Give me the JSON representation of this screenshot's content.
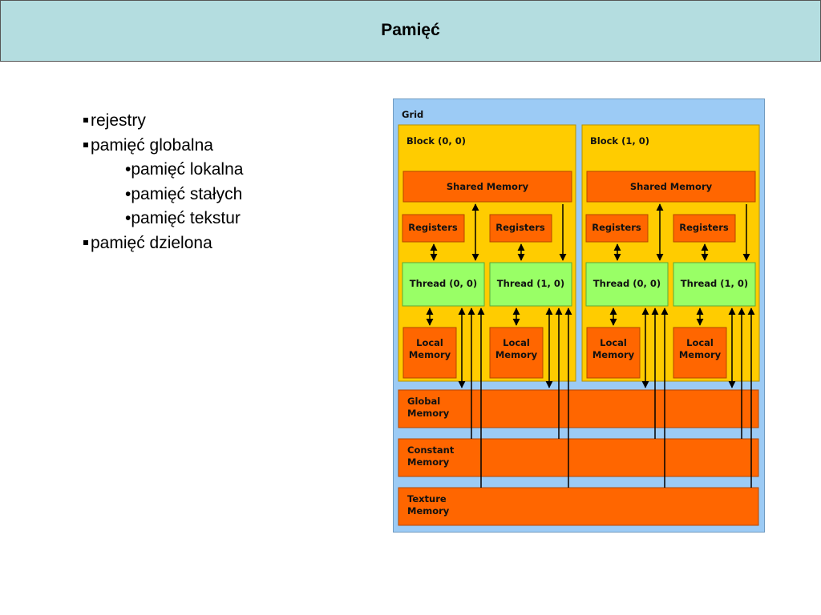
{
  "title": "Pamięć",
  "bullets": [
    {
      "level": 1,
      "marker": "square",
      "text": "rejestry"
    },
    {
      "level": 1,
      "marker": "square",
      "text": "pamięć globalna"
    },
    {
      "level": 2,
      "marker": "•",
      "text": "pamięć lokalna"
    },
    {
      "level": 2,
      "marker": "•",
      "text": "pamięć stałych"
    },
    {
      "level": 2,
      "marker": "•",
      "text": "pamięć tekstur"
    },
    {
      "level": 1,
      "marker": "square",
      "text": "pamięć dzielona"
    }
  ],
  "diagram": {
    "grid_label": "Grid",
    "block0_label": "Block (0, 0)",
    "block1_label": "Block (1, 0)",
    "shared_memory": "Shared Memory",
    "registers": "Registers",
    "thread00": "Thread (0, 0)",
    "thread10": "Thread (1, 0)",
    "local_memory_1": "Local",
    "local_memory_2": "Memory",
    "global_1": "Global",
    "global_2": "Memory",
    "constant_1": "Constant",
    "constant_2": "Memory",
    "texture_1": "Texture",
    "texture_2": "Memory",
    "colors": {
      "grid_bg": "#9ccbf5",
      "block_bg": "#ffcc00",
      "memory": "#ff6600",
      "thread": "#99ff66"
    }
  }
}
